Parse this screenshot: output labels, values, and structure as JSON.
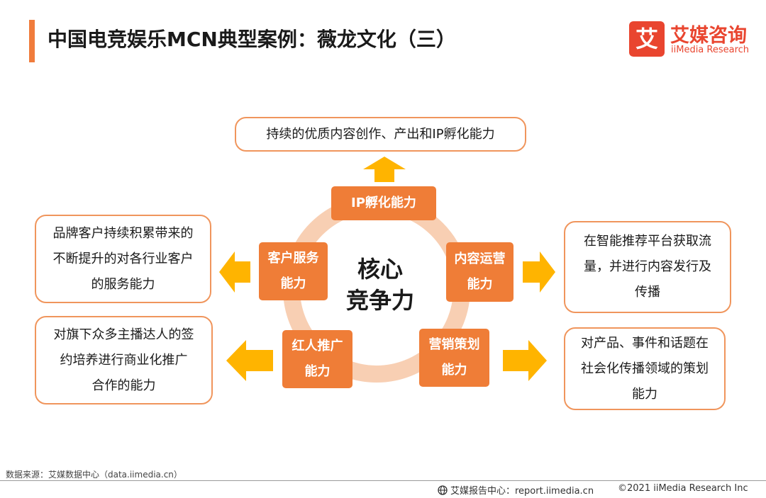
{
  "header": {
    "title": "中国电竞娱乐MCN典型案例：薇龙文化（三）",
    "logo_mark": "艾",
    "logo_cn": "艾媒咨询",
    "logo_en": "iiMedia Research"
  },
  "diagram": {
    "core": [
      "核心",
      "竞争力"
    ],
    "nodes": {
      "ip": "IP孵化能力",
      "content": [
        "内容运营",
        "能力"
      ],
      "marketing": [
        "营销策划",
        "能力"
      ],
      "influencer": [
        "红人推广",
        "能力"
      ],
      "client": [
        "客户服务",
        "能力"
      ]
    },
    "boxes": {
      "top": "持续的优质内容创作、产出和IP孵化能力",
      "right_top": [
        "在智能推荐平台获取流",
        "量，并进行内容发行及",
        "传播"
      ],
      "right_bottom": [
        "对产品、事件和话题在",
        "社会化传播领域的策划",
        "能力"
      ],
      "left_bottom": [
        "对旗下众多主播达人的签",
        "约培养进行商业化推广",
        "合作的能力"
      ],
      "left_top": [
        "品牌客户持续积累带来的",
        "不断提升的对各行业客户",
        "的服务能力"
      ]
    },
    "colors": {
      "accent": "#ef7d37",
      "ring": "#f8cfb3",
      "arrow": "#ffb400",
      "border": "#f0955c"
    }
  },
  "footer": {
    "source": "数据来源：艾媒数据中心（data.iimedia.cn）",
    "center": "艾媒报告中心：report.iimedia.cn",
    "copyright": "©2021  iiMedia Research  Inc"
  }
}
